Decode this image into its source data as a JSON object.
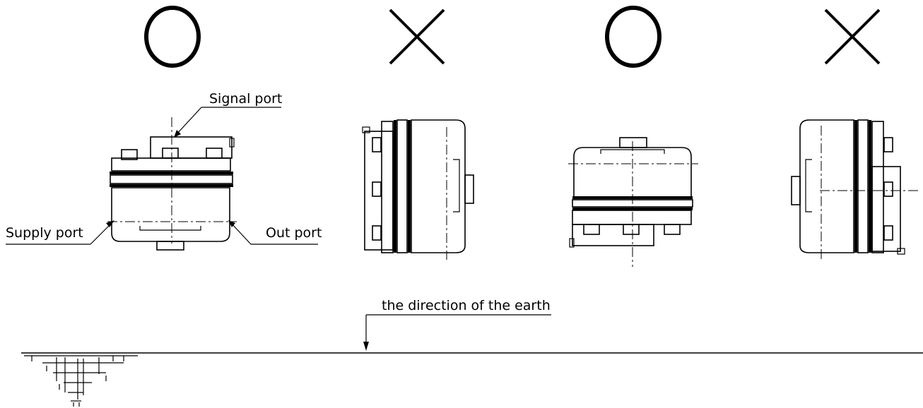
{
  "labels": {
    "signal_port": "Signal port",
    "supply_port": "Supply port",
    "out_port": "Out port",
    "earth_direction": "the direction of the earth"
  },
  "marks": [
    {
      "type": "ok",
      "symbol": "O"
    },
    {
      "type": "ng",
      "symbol": "X"
    },
    {
      "type": "ok",
      "symbol": "O"
    },
    {
      "type": "ng",
      "symbol": "X"
    }
  ],
  "colors": {
    "line": "#000000",
    "background": "#ffffff"
  }
}
